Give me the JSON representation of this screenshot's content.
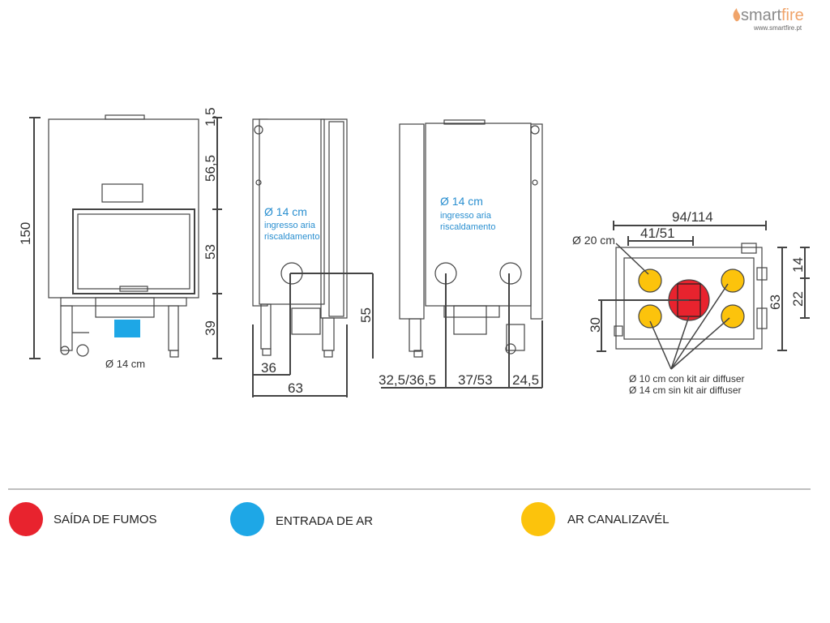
{
  "brand": {
    "name_part1": "smart",
    "name_part2": "fire",
    "url": "www.smartfire.pt"
  },
  "front_view": {
    "height_total": "150",
    "seg_top_small": "1,5",
    "seg_top": "56,5",
    "seg_mid": "53",
    "seg_bottom": "39",
    "duct_label": "Ø 14 cm"
  },
  "side_view": {
    "inlet_label_1": "Ø 14 cm",
    "inlet_label_2": "ingresso aria",
    "inlet_label_3": "riscaldamento",
    "dim_height": "55",
    "dim_inlet_offset": "36",
    "dim_depth": "63"
  },
  "back_view": {
    "inlet_label_1": "Ø 14 cm",
    "inlet_label_2": "ingresso aria",
    "inlet_label_3": "riscaldamento",
    "dim_left": "32,5/36,5",
    "dim_mid": "37/53",
    "dim_right": "24,5"
  },
  "top_view": {
    "dim_width": "94/114",
    "dim_center": "41/51",
    "flue_label": "Ø 20 cm",
    "dim_depth": "63",
    "dim_22": "22",
    "dim_14": "14",
    "dim_30": "30",
    "outlet_note_1": "Ø 10 cm con kit air diffuser",
    "outlet_note_2": "Ø 14 cm sin kit air diffuser"
  },
  "legend": [
    {
      "label": "SAÍDA DE FUMOS",
      "color": "#e8232e"
    },
    {
      "label": "ENTRADA DE AR",
      "color": "#1ea7e6"
    },
    {
      "label": "AR CANALIZAVÉL",
      "color": "#fcc30c"
    }
  ],
  "colors": {
    "outline": "#444444",
    "flue": "#e8232e",
    "air_inlet": "#1ea7e6",
    "ducted_air": "#fcc30c",
    "logo_orange": "#f0a46a"
  }
}
